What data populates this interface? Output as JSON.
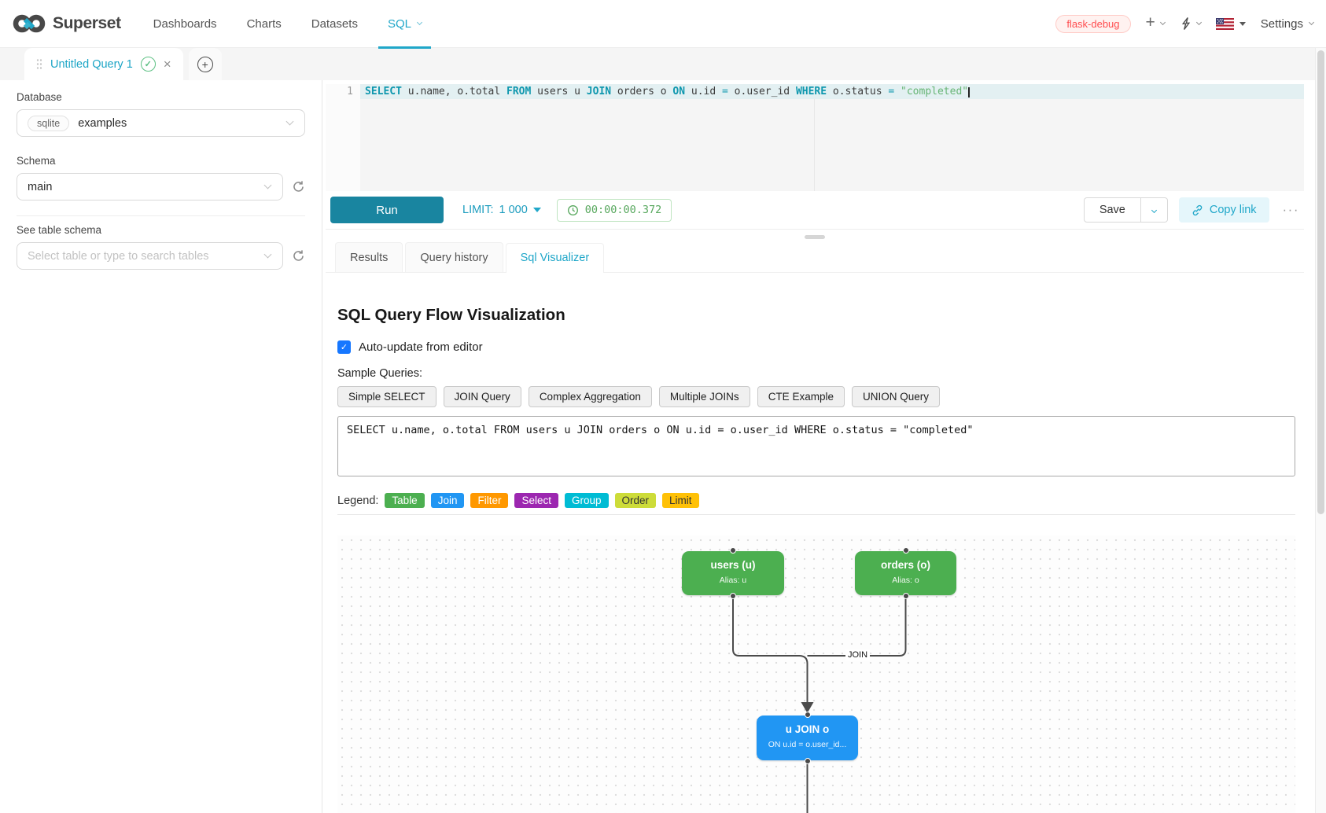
{
  "accent_color": "#20a7c9",
  "icons": {
    "check": "✓",
    "close": "×",
    "plus": "+",
    "more": "···"
  },
  "nav": {
    "brand": "Superset",
    "items": [
      "Dashboards",
      "Charts",
      "Datasets",
      "SQL"
    ],
    "env_badge": "flask-debug",
    "settings": "Settings"
  },
  "query_tabs": {
    "active": "Untitled Query 1"
  },
  "sidebar": {
    "database_label": "Database",
    "database_engine": "sqlite",
    "database_name": "examples",
    "schema_label": "Schema",
    "schema_value": "main",
    "table_schema_label": "See table schema",
    "table_search_placeholder": "Select table or type to search tables"
  },
  "editor": {
    "line_number": "1",
    "tokens": [
      "SELECT",
      " u.name, o.total ",
      "FROM",
      " users u ",
      "JOIN",
      " orders o ",
      "ON",
      " u.id ",
      "=",
      " o.user_id ",
      "WHERE",
      " o.status ",
      "=",
      " \"completed\""
    ]
  },
  "toolbar": {
    "run": "Run",
    "limit_label": "LIMIT:",
    "limit_value": "1 000",
    "timer": "00:00:00.372",
    "save": "Save",
    "copy_link": "Copy link"
  },
  "result_tabs": [
    "Results",
    "Query history",
    "Sql Visualizer"
  ],
  "visualizer": {
    "title": "SQL Query Flow Visualization",
    "auto_update": "Auto-update from editor",
    "samples_label": "Sample Queries:",
    "samples": [
      "Simple SELECT",
      "JOIN Query",
      "Complex Aggregation",
      "Multiple JOINs",
      "CTE Example",
      "UNION Query"
    ],
    "query": "SELECT u.name, o.total FROM users u JOIN orders o ON u.id = o.user_id WHERE o.status = \"completed\"",
    "legend_label": "Legend:",
    "legend": [
      {
        "label": "Table",
        "color": "#4caf50",
        "text": "#ffffff"
      },
      {
        "label": "Join",
        "color": "#2196f3",
        "text": "#ffffff"
      },
      {
        "label": "Filter",
        "color": "#ff9800",
        "text": "#ffffff"
      },
      {
        "label": "Select",
        "color": "#9c27b0",
        "text": "#ffffff"
      },
      {
        "label": "Group",
        "color": "#00bcd4",
        "text": "#ffffff"
      },
      {
        "label": "Order",
        "color": "#cddc39",
        "text": "#333333"
      },
      {
        "label": "Limit",
        "color": "#ffc107",
        "text": "#333333"
      }
    ],
    "edge_label": "JOIN",
    "nodes": [
      {
        "title": "users (u)",
        "subtitle": "Alias: u",
        "color": "#4caf50"
      },
      {
        "title": "orders (o)",
        "subtitle": "Alias: o",
        "color": "#4caf50"
      },
      {
        "title": "u JOIN o",
        "subtitle": "ON u.id = o.user_id...",
        "color": "#2196f3"
      }
    ]
  }
}
